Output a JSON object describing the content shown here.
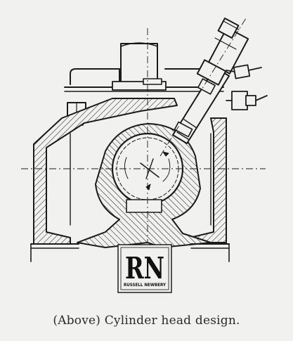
{
  "caption": "(Above) Cylinder head design.",
  "logo": {
    "initials": "RN",
    "name": "RUSSELL NEWBERY"
  }
}
